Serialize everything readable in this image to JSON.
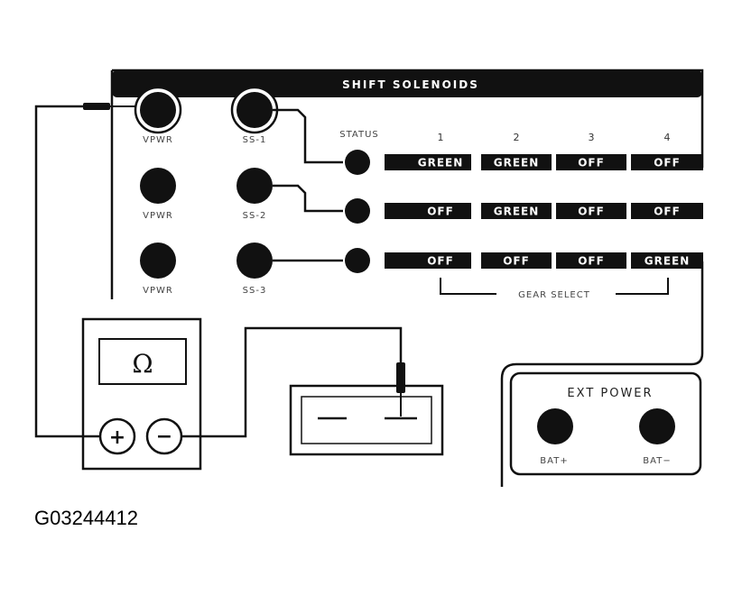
{
  "panel": {
    "title": "SHIFT SOLENOIDS",
    "status_label": "STATUS",
    "gear_select_label": "GEAR SELECT",
    "columns": [
      "1",
      "2",
      "3",
      "4"
    ]
  },
  "jacks": {
    "left": [
      "VPWR",
      "VPWR",
      "VPWR"
    ],
    "right": [
      "SS-1",
      "SS-2",
      "SS-3"
    ]
  },
  "status_rows": [
    [
      "GREEN",
      "GREEN",
      "OFF",
      "OFF"
    ],
    [
      "OFF",
      "GREEN",
      "OFF",
      "OFF"
    ],
    [
      "OFF",
      "OFF",
      "OFF",
      "GREEN"
    ]
  ],
  "ohmmeter": {
    "display": "Ω",
    "plus": "+",
    "minus": "−"
  },
  "ext_power": {
    "title": "EXT POWER",
    "left": "BAT+",
    "right": "BAT−"
  },
  "figure_id": "G03244412"
}
